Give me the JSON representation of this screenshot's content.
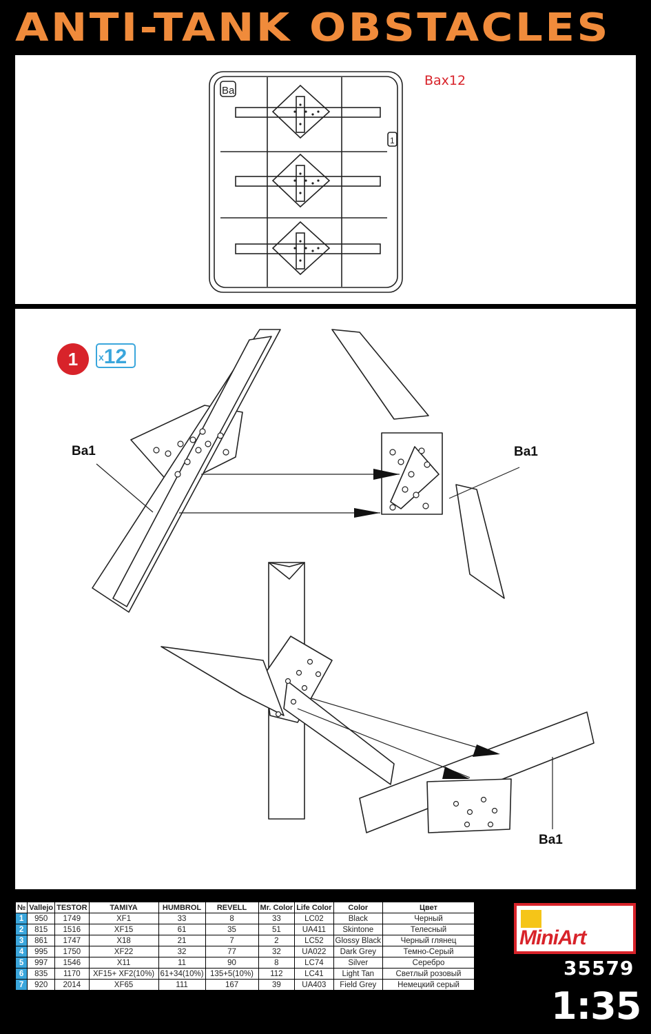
{
  "title": "ANTI-TANK OBSTACLES",
  "sprue": {
    "label": "Bax12",
    "corner_letter": "Ba",
    "part_number": "1"
  },
  "step": {
    "number": "1",
    "quantity_prefix": "x",
    "quantity": "12"
  },
  "part_labels": [
    "Ba1",
    "Ba1",
    "Ba1"
  ],
  "colors": {
    "title": "#f08b3b",
    "step": "#d8232a",
    "quantity": "#3aa6dc",
    "sprue_label": "#d8232a"
  },
  "table": {
    "headers": [
      "№",
      "Vallejo",
      "TESTOR",
      "TAMIYA",
      "HUMBROL",
      "REVELL",
      "Mr. Color",
      "Life Color",
      "Color",
      "Цвет"
    ],
    "rows": [
      [
        "1",
        "950",
        "1749",
        "XF1",
        "33",
        "8",
        "33",
        "LC02",
        "Black",
        "Черный"
      ],
      [
        "2",
        "815",
        "1516",
        "XF15",
        "61",
        "35",
        "51",
        "UA411",
        "Skintone",
        "Телесный"
      ],
      [
        "3",
        "861",
        "1747",
        "X18",
        "21",
        "7",
        "2",
        "LC52",
        "Glossy Black",
        "Черный глянец"
      ],
      [
        "4",
        "995",
        "1750",
        "XF22",
        "32",
        "77",
        "32",
        "UA022",
        "Dark Grey",
        "Темно-Серый"
      ],
      [
        "5",
        "997",
        "1546",
        "X11",
        "11",
        "90",
        "8",
        "LC74",
        "Silver",
        "Серебро"
      ],
      [
        "6",
        "835",
        "1170",
        "XF15+ XF2(10%)",
        "61+34(10%)",
        "135+5(10%)",
        "112",
        "LC41",
        "Light Tan",
        "Светлый розовый"
      ],
      [
        "7",
        "920",
        "2014",
        "XF65",
        "111",
        "167",
        "39",
        "UA403",
        "Field Grey",
        "Немецкий серый"
      ]
    ]
  },
  "brand": "MiniArt",
  "kit_number": "35579",
  "scale": "1:35"
}
